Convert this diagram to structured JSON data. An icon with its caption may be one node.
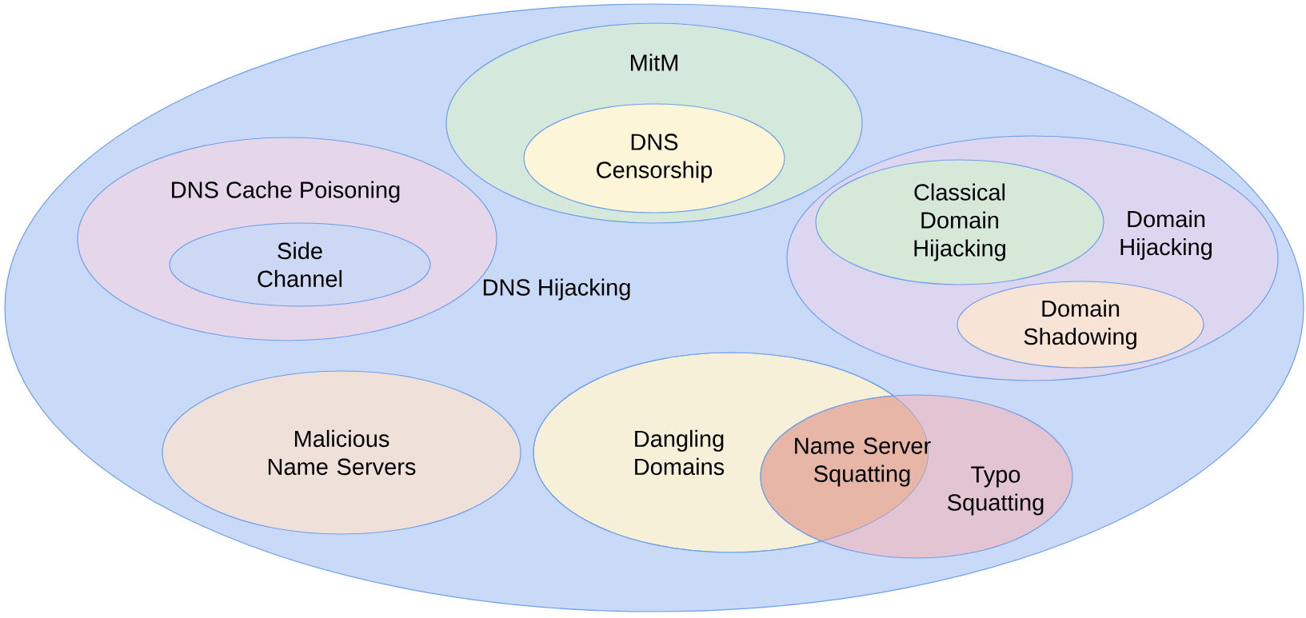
{
  "diagram": {
    "nodes": [
      {
        "text": [
          "DNS Hijacking"
        ]
      },
      {
        "text": [
          "MitM"
        ],
        "in": 0
      },
      {
        "text": [
          "DNS Censorship"
        ],
        "in": 1
      },
      {
        "text": [
          "DNS Cache Poisoning"
        ],
        "in": 0
      },
      {
        "text": [
          "Side Channel"
        ],
        "in": 3
      },
      {
        "text": [
          "Domain Hijacking"
        ],
        "in": 0
      },
      {
        "text": [
          "Classical Domain Hijacking"
        ],
        "in": 5
      },
      {
        "text": [
          "Domain Shadowing"
        ],
        "in": 5
      },
      {
        "text": [
          "Malicious Name Servers"
        ],
        "in": 0
      },
      {
        "text": [
          "Dangling Domains"
        ],
        "in": 0
      },
      {
        "text": [
          "Typo Squatting"
        ],
        "in": 0
      }
    ],
    "labels": [
      "Name Server Squatting"
    ]
  }
}
